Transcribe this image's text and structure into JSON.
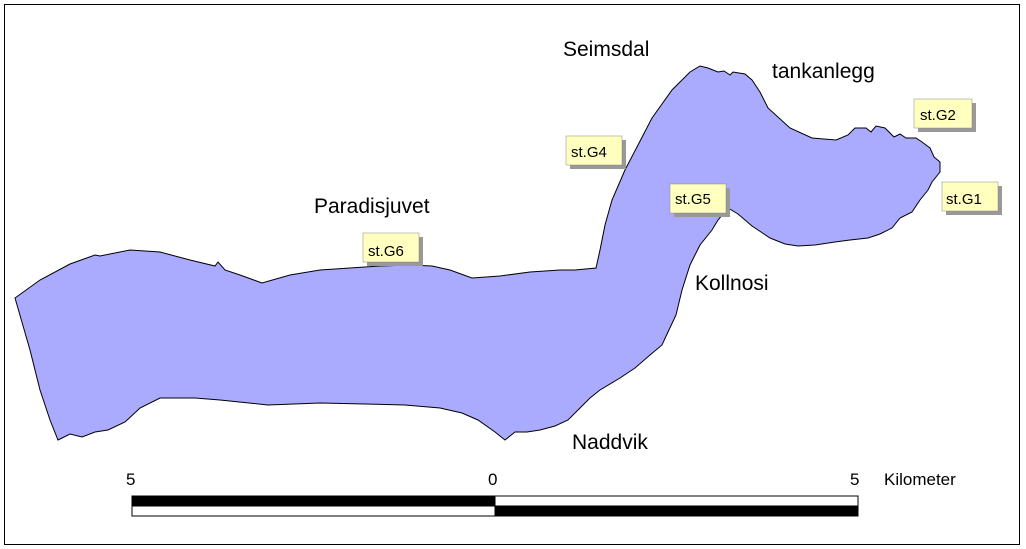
{
  "places": {
    "seimsdal": "Seimsdal",
    "tankanlegg": "tankanlegg",
    "paradisjuvet": "Paradisjuvet",
    "kollnosi": "Kollnosi",
    "naddvik": "Naddvik"
  },
  "stations": {
    "g1": "st.G1",
    "g2": "st.G2",
    "g4": "st.G4",
    "g5": "st.G5",
    "g6": "st.G6"
  },
  "scalebar": {
    "left_label": "5",
    "mid_label": "0",
    "right_label": "5",
    "unit": "Kilometer"
  },
  "colors": {
    "water": "#aaaaff",
    "label_bg": "#ffffc0",
    "label_shadow": "#999999"
  }
}
